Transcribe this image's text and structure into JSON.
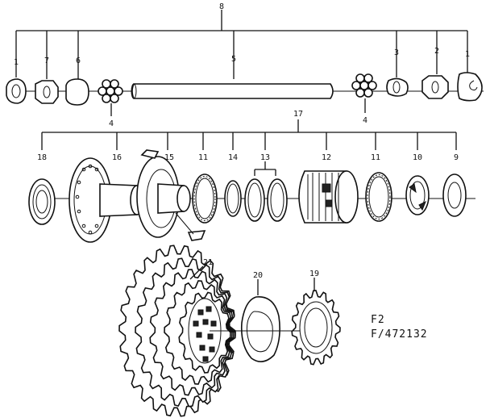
{
  "labels": {
    "n8": "8",
    "n1a": "1",
    "n7": "7",
    "n6": "6",
    "n5": "5",
    "n3": "3",
    "n2": "2",
    "n1b": "1",
    "n4a": "4",
    "n4b": "4",
    "n17": "17",
    "n18": "18",
    "n16": "16",
    "n15": "15",
    "n11a": "11",
    "n14": "14",
    "n13": "13",
    "n12": "12",
    "n11b": "11",
    "n10": "10",
    "n9": "9",
    "n21": "21",
    "n20": "20",
    "n19": "19"
  },
  "caption": {
    "line1": "F2",
    "line2": "F/472132"
  }
}
